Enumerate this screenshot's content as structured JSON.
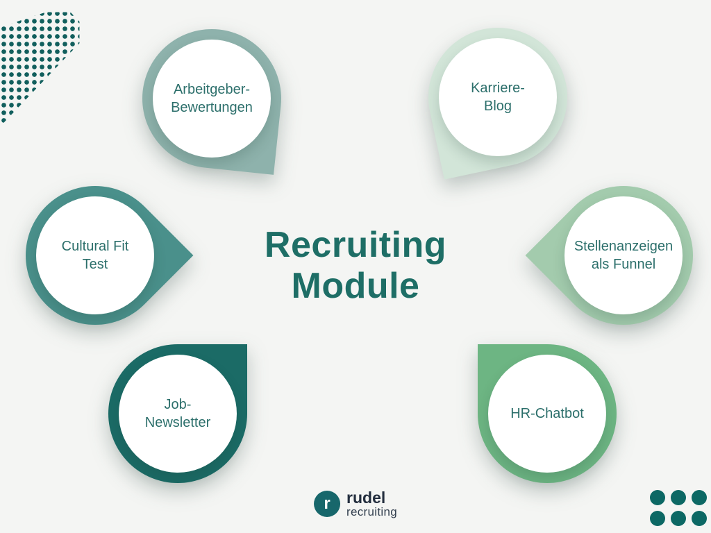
{
  "title": {
    "line1": "Recruiting",
    "line2": "Module"
  },
  "nodes": [
    {
      "name": "arbeitgeber-bewertungen",
      "lines": [
        "Arbeitgeber-",
        "Bewertungen"
      ],
      "color": "#8EB2AC"
    },
    {
      "name": "karriere-blog",
      "lines": [
        "Karriere-",
        "Blog"
      ],
      "color": "#D2E5D8"
    },
    {
      "name": "cultural-fit-test",
      "lines": [
        "Cultural Fit",
        "Test"
      ],
      "color": "#4A908B"
    },
    {
      "name": "stellenanzeigen-als-funnel",
      "lines": [
        "Stellenanzeigen",
        "als Funnel"
      ],
      "color": "#A3CBAD"
    },
    {
      "name": "job-newsletter",
      "lines": [
        "Job-",
        "Newsletter"
      ],
      "color": "#1B6B66"
    },
    {
      "name": "hr-chatbot",
      "lines": [
        "HR-Chatbot"
      ],
      "color": "#6DB583"
    }
  ],
  "logo": {
    "mark": "r",
    "name": "rudel",
    "subtitle": "recruiting",
    "circle_color": "#17676B"
  },
  "colors": {
    "background": "#F4F5F3",
    "title_text": "#1E6E66",
    "node_label_text": "#2C6F6B",
    "logo_name_text": "#232E3E",
    "logo_subtitle_text": "#323F4E",
    "decor_dots_top_left": "#115F5D",
    "decor_dots_bottom_right": "#0C6864"
  },
  "decor": {
    "top_left": "dotted-teardrop-pattern",
    "bottom_right": "dot-grid-3x2"
  }
}
